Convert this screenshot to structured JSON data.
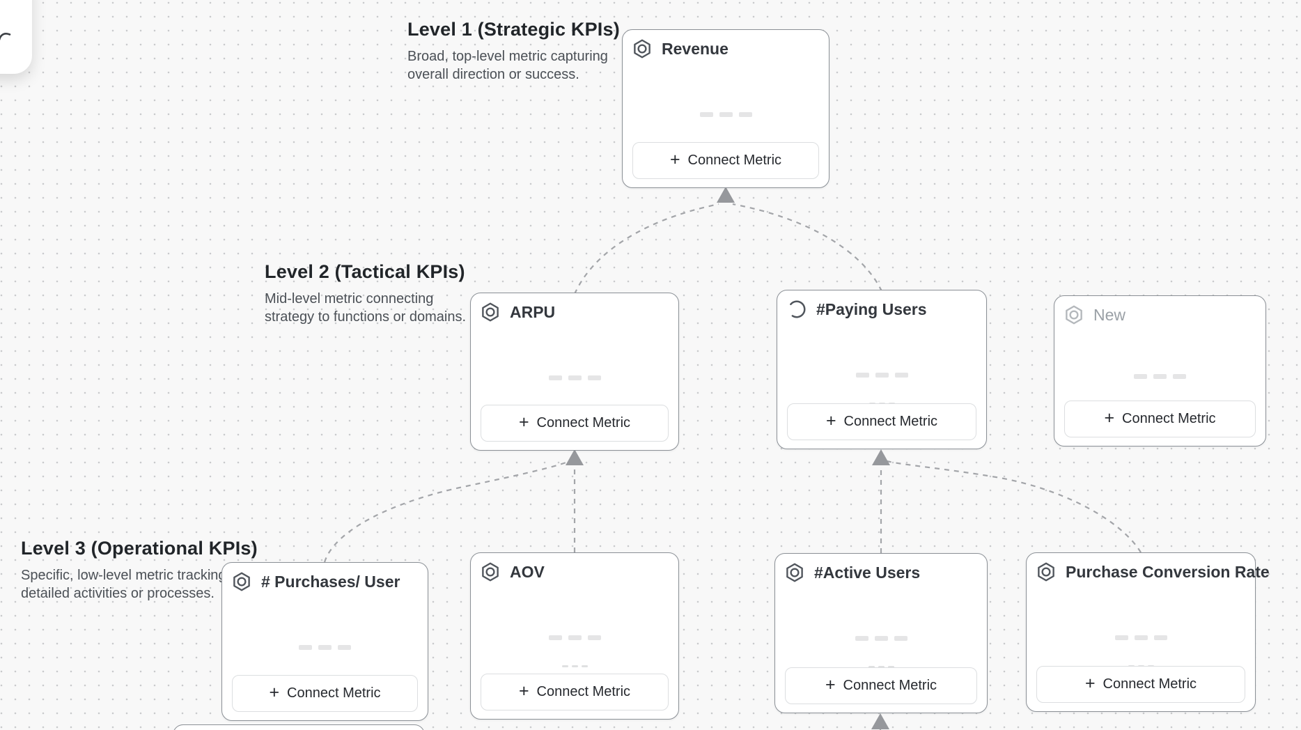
{
  "app": {
    "type": "metric-tree-canvas"
  },
  "levels": [
    {
      "title": "Level 1 (Strategic KPIs)",
      "description_lines": [
        "Broad, top-level metric capturing",
        "overall direction or success."
      ]
    },
    {
      "title": "Level 2 (Tactical KPIs)",
      "description_lines": [
        "Mid-level metric connecting",
        "strategy to functions or domains."
      ]
    },
    {
      "title": "Level 3 (Operational KPIs)",
      "description_lines": [
        "Specific, low-level metric tracking",
        "detailed activities or processes."
      ]
    }
  ],
  "cards": {
    "revenue": {
      "title": "Revenue",
      "icon": "hexagon-metric-icon",
      "state": "loading-placeholder"
    },
    "arpu": {
      "title": "ARPU",
      "icon": "hexagon-metric-icon",
      "state": "loading-placeholder"
    },
    "paying_users": {
      "title": "#Paying Users",
      "icon": "loading-spinner-icon",
      "state": "loading-placeholder"
    },
    "new": {
      "title": "New",
      "icon": "hexagon-metric-icon",
      "state": "draft"
    },
    "purchases_per_user": {
      "title": "# Purchases/ User",
      "icon": "hexagon-metric-icon",
      "state": "loading-placeholder"
    },
    "aov": {
      "title": "AOV",
      "icon": "hexagon-metric-icon",
      "state": "loading-placeholder"
    },
    "active_users": {
      "title": "#Active Users",
      "icon": "hexagon-metric-icon",
      "state": "loading-placeholder"
    },
    "purchase_conversion_rate": {
      "title": "Purchase Conversion Rate",
      "icon": "hexagon-metric-icon",
      "state": "loading-placeholder"
    }
  },
  "connect_button_label": "Connect Metric",
  "icons": {
    "plus": "+"
  },
  "colors": {
    "canvas_background": "#f8f8f8",
    "grid_dot": "#c9cacc",
    "card_border": "#8b9096",
    "card_title": "#33373d",
    "draft_title": "#9aa0a6",
    "button_border": "#dcdee0",
    "dashed_connector": "#a3a5a9",
    "arrowhead": "#96989c",
    "skeleton_bar": "#e5e5e6"
  }
}
